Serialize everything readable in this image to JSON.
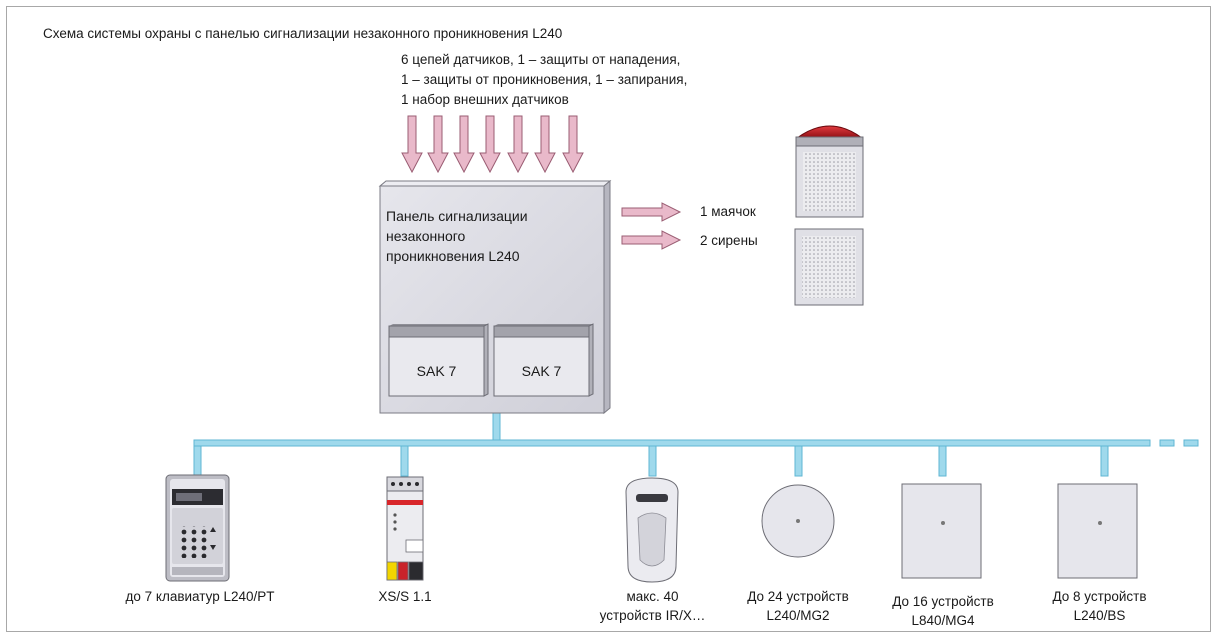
{
  "title": "Схема системы охраны с панелью сигнализации незаконного проникновения L240",
  "inputs_note": [
    "6 цепей датчиков, 1 – защиты от нападения,",
    "1 – защиты от проникновения, 1 – запирания,",
    "1 набор внешних датчиков"
  ],
  "panel": {
    "label": [
      "Панель сигнализации",
      "незаконного",
      "проникновения L240"
    ],
    "modules": [
      "SAK 7",
      "SAK 7"
    ]
  },
  "outputs": {
    "beacon": "1 маячок",
    "sirens": "2 сирены"
  },
  "devices": [
    {
      "name": "keypad",
      "caption": [
        "до 7 клавиатур L240/PT"
      ]
    },
    {
      "name": "din-module",
      "caption": [
        "XS/S 1.1"
      ]
    },
    {
      "name": "motion-detector",
      "caption": [
        "макс. 40",
        "устройств IR/X…"
      ]
    },
    {
      "name": "round-detector",
      "caption": [
        "До 24 устройств",
        "L240/MG2"
      ]
    },
    {
      "name": "square-detector-mg4",
      "caption": [
        "До 16 устройств",
        "L840/MG4"
      ]
    },
    {
      "name": "square-detector-bs",
      "caption": [
        "До 8 устройств",
        "L240/BS"
      ]
    }
  ],
  "colors": {
    "arrow_fill": "#e9b9ca",
    "arrow_stroke": "#9a5d73",
    "bus": "#9fd9ec",
    "bus_edge": "#5fb6d3",
    "panel_fill": "#dcdce4",
    "beacon_red": "#c4161c"
  }
}
